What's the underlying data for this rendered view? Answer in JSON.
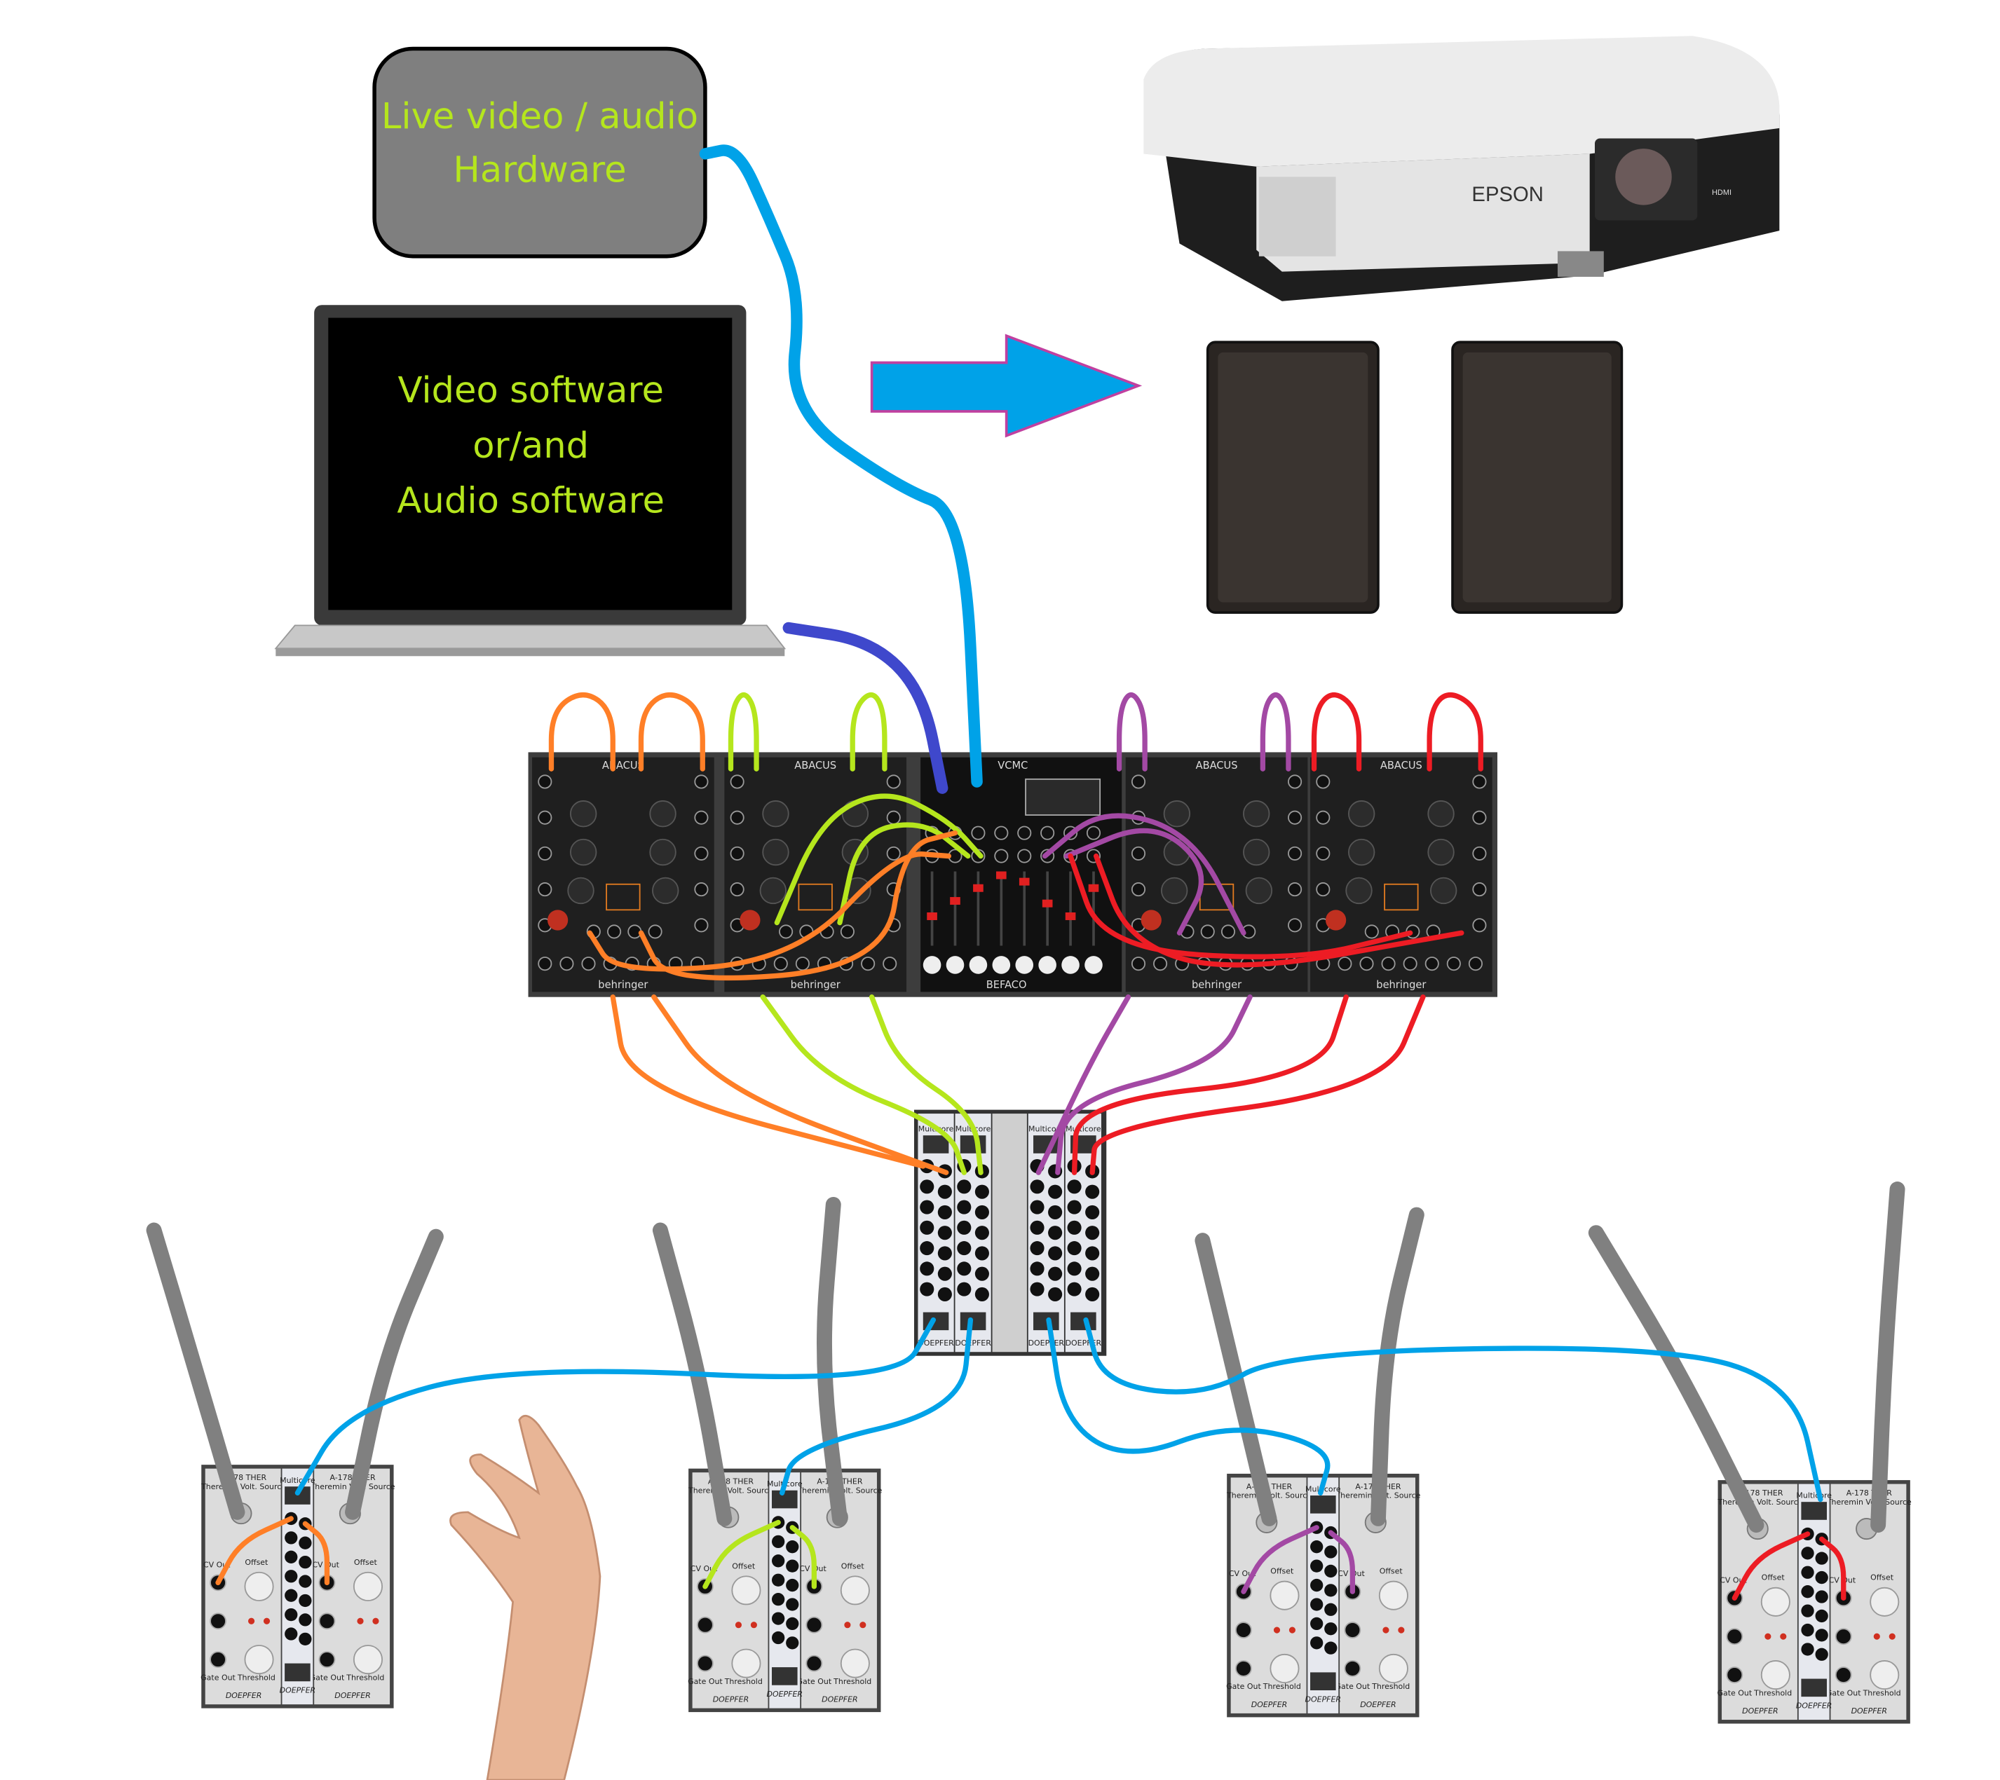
{
  "hardware_box": {
    "line1": "Live video / audio",
    "line2": "Hardware"
  },
  "laptop": {
    "line1": "Video software",
    "line2": "or/and",
    "line3": "Audio software"
  },
  "projector": {
    "brand": "EPSON",
    "badge": "HDMI"
  },
  "rack": {
    "panel_title": "ABACUS",
    "panel_maker": "behringer",
    "sequencer_title": "VCMC",
    "sequencer_maker": "BEFACO"
  },
  "multicore": {
    "label": "Multicore",
    "maker": "DOEPFER"
  },
  "theremin_module": {
    "title": "A-178 THER",
    "subtitle": "Theremin Volt. Source",
    "offset": "Offset",
    "threshold": "Threshold",
    "cv_out": "CV Out",
    "gate_out": "Gate Out",
    "maker": "DOEPFER",
    "multicore": "Multicore"
  },
  "colors": {
    "text_green": "#b5e61d",
    "cable_blue": "#00a2e8",
    "cable_darkblue": "#3f48cc",
    "cable_orange": "#ff7f27",
    "cable_green": "#b5e61d",
    "cable_purple": "#a349a4",
    "cable_red": "#ed1c24",
    "antenna_gray": "#808080"
  }
}
